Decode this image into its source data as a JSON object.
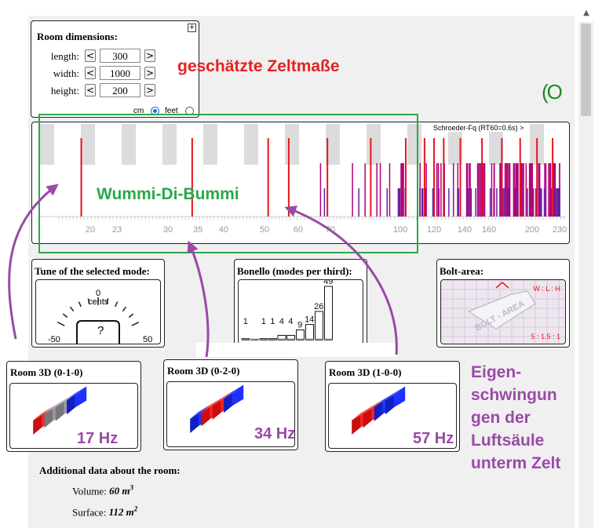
{
  "room_dimensions": {
    "title": "Room dimensions:",
    "length": {
      "label": "length:",
      "value": "300"
    },
    "width": {
      "label": "width:",
      "value": "1000"
    },
    "height": {
      "label": "height:",
      "value": "200"
    },
    "dec_symbol": "<",
    "inc_symbol": ">",
    "unit_cm": "cm",
    "unit_feet": "feet",
    "selected_unit": "cm"
  },
  "annotations": {
    "tent_dimensions": "geschätzte Zeltmaße",
    "wummi": "Wummi-Di-Bummi",
    "eigen_lines": [
      "Eigen-",
      "schwingun",
      "gen der",
      "Luftsäule",
      "unterm Zelt"
    ],
    "hz17": "17 Hz",
    "hz34": "34 Hz",
    "hz57": "57 Hz",
    "logo_text": "(O"
  },
  "spectrum": {
    "schroeder_label": "Schroeder-Fq (RT60=0.6s) >",
    "ticks": [
      {
        "label": "20",
        "hz": 20
      },
      {
        "label": "23",
        "hz": 23
      },
      {
        "label": "30",
        "hz": 30
      },
      {
        "label": "35",
        "hz": 35
      },
      {
        "label": "40",
        "hz": 40
      },
      {
        "label": "50",
        "hz": 50
      },
      {
        "label": "60",
        "hz": 60
      },
      {
        "label": "70",
        "hz": 70
      },
      {
        "label": "100",
        "hz": 100
      },
      {
        "label": "120",
        "hz": 120
      },
      {
        "label": "140",
        "hz": 140
      },
      {
        "label": "160",
        "hz": 160
      },
      {
        "label": "200",
        "hz": 200
      },
      {
        "label": "230",
        "hz": 230
      }
    ],
    "red_modes_hz": [
      17,
      34,
      51,
      57,
      69,
      86,
      103,
      114,
      120,
      126,
      137,
      154,
      171,
      188,
      205,
      222
    ],
    "colors": {
      "axial": "#e8141e",
      "mixed": "#b00078",
      "oblique": "#6a1fa0"
    }
  },
  "tune": {
    "title": "Tune of the selected mode:",
    "unit": "cents",
    "min_label": "-50",
    "zero_label": "0",
    "max_label": "50",
    "value": "?"
  },
  "bonello": {
    "title": "Bonello (modes per third):",
    "bars": [
      {
        "label": "1",
        "count": 1
      },
      {
        "label": "",
        "count": 0
      },
      {
        "label": "1",
        "count": 1
      },
      {
        "label": "1",
        "count": 1
      },
      {
        "label": "4",
        "count": 4
      },
      {
        "label": "4",
        "count": 4
      },
      {
        "label": "9",
        "count": 9
      },
      {
        "label": "14",
        "count": 14
      },
      {
        "label": "26",
        "count": 26
      },
      {
        "label": "49",
        "count": 49
      }
    ]
  },
  "bolt": {
    "title": "Bolt-area:",
    "ratio_top": "W : L : H",
    "ratio_bottom": "5 : 1.5 : 1",
    "watermark": "BOLT - AREA"
  },
  "rooms3d": [
    {
      "title": "Room 3D (0-1-0)"
    },
    {
      "title": "Room 3D (0-2-0)"
    },
    {
      "title": "Room 3D (1-0-0)"
    }
  ],
  "additional": {
    "title": "Additional data about the room:",
    "volume_label": "Volume:",
    "volume_value": "60 m",
    "volume_exp": "3",
    "surface_label": "Surface:",
    "surface_value": "112 m",
    "surface_exp": "2"
  },
  "expand_symbol": "+"
}
